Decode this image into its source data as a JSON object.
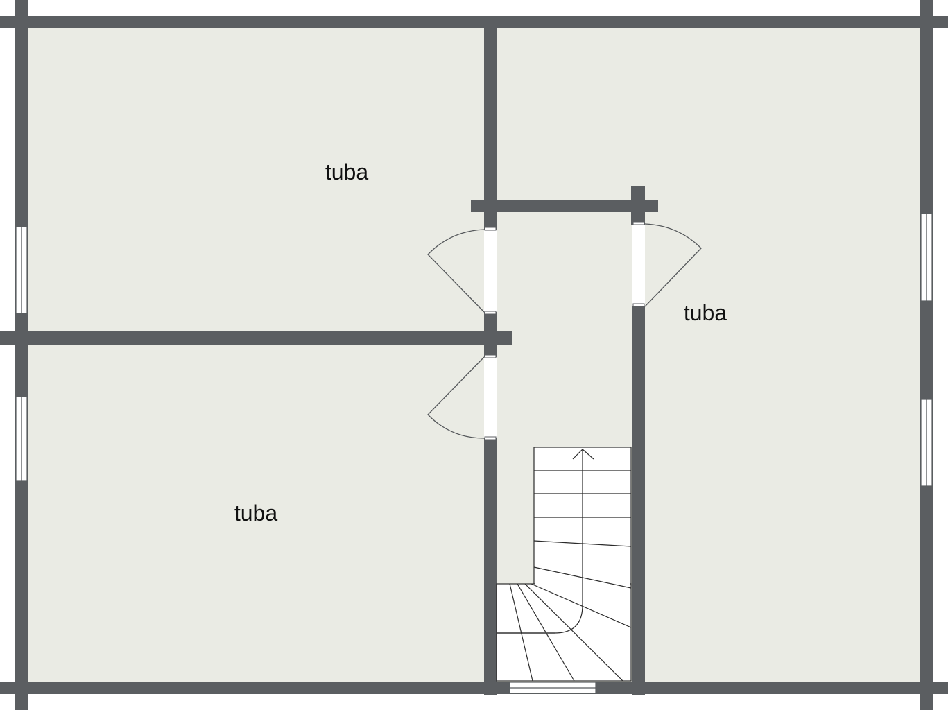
{
  "floor_plan": {
    "rooms": [
      {
        "label": "tuba"
      },
      {
        "label": "tuba"
      },
      {
        "label": "tuba"
      }
    ],
    "colors": {
      "floor": "#eaebe4",
      "wall": "#5b5e61",
      "background": "#ffffff"
    }
  }
}
